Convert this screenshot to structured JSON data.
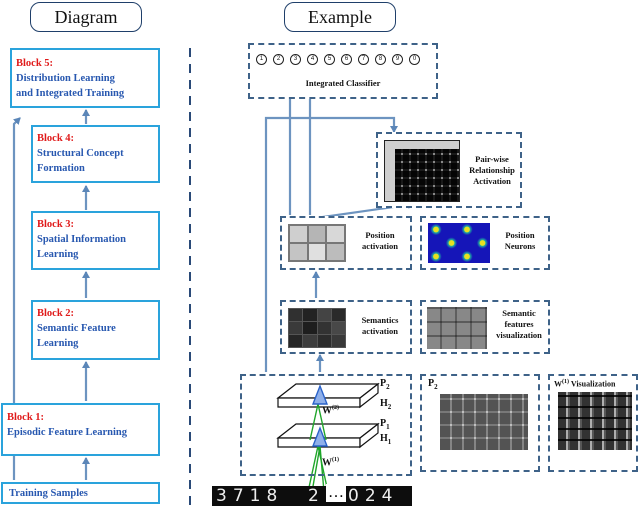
{
  "headers": {
    "left": "Diagram",
    "right": "Example"
  },
  "blocks": [
    {
      "title": "Block 5:",
      "lines": [
        "Distribution Learning",
        "and Integrated Training"
      ]
    },
    {
      "title": "Block 4:",
      "lines": [
        "Structural Concept",
        "Formation"
      ]
    },
    {
      "title": "Block 3:",
      "lines": [
        "Spatial Information",
        "Learning"
      ]
    },
    {
      "title": "Block 2:",
      "lines": [
        "Semantic Feature",
        "Learning"
      ]
    },
    {
      "title": "Block 1:",
      "lines": [
        "Episodic Feature Learning"
      ]
    }
  ],
  "training_samples": "Training Samples",
  "example": {
    "classifier_digits": [
      "1",
      "2",
      "3",
      "4",
      "5",
      "6",
      "7",
      "8",
      "9",
      "0"
    ],
    "classifier_label": "Integrated Classifier",
    "pairwise_label": [
      "Pair-wise",
      "Relationship",
      "Activation"
    ],
    "position_activation": [
      "Position",
      "activation"
    ],
    "position_neurons": [
      "Position",
      "Neurons"
    ],
    "semantics_activation": [
      "Semantics",
      "activation"
    ],
    "semantic_features": [
      "Semantic",
      "features",
      "visualization"
    ],
    "layer_labels": {
      "p2": "P",
      "h2": "H",
      "p1": "P",
      "h1": "H",
      "w": "W"
    },
    "subscripts": {
      "p2": "2",
      "h2": "2",
      "p1": "1",
      "h1": "1"
    },
    "superscripts": {
      "w2": "(2)",
      "w1": "(1)"
    },
    "p2_panel_label": "P",
    "p2_panel_sub": "2",
    "w_vis_label": "W",
    "w_vis_sup": "(1)",
    "w_vis_suffix": " Visualization",
    "digits_left": "3718",
    "digits_mid": "2",
    "ellipsis": "…",
    "digits_right": "024"
  }
}
